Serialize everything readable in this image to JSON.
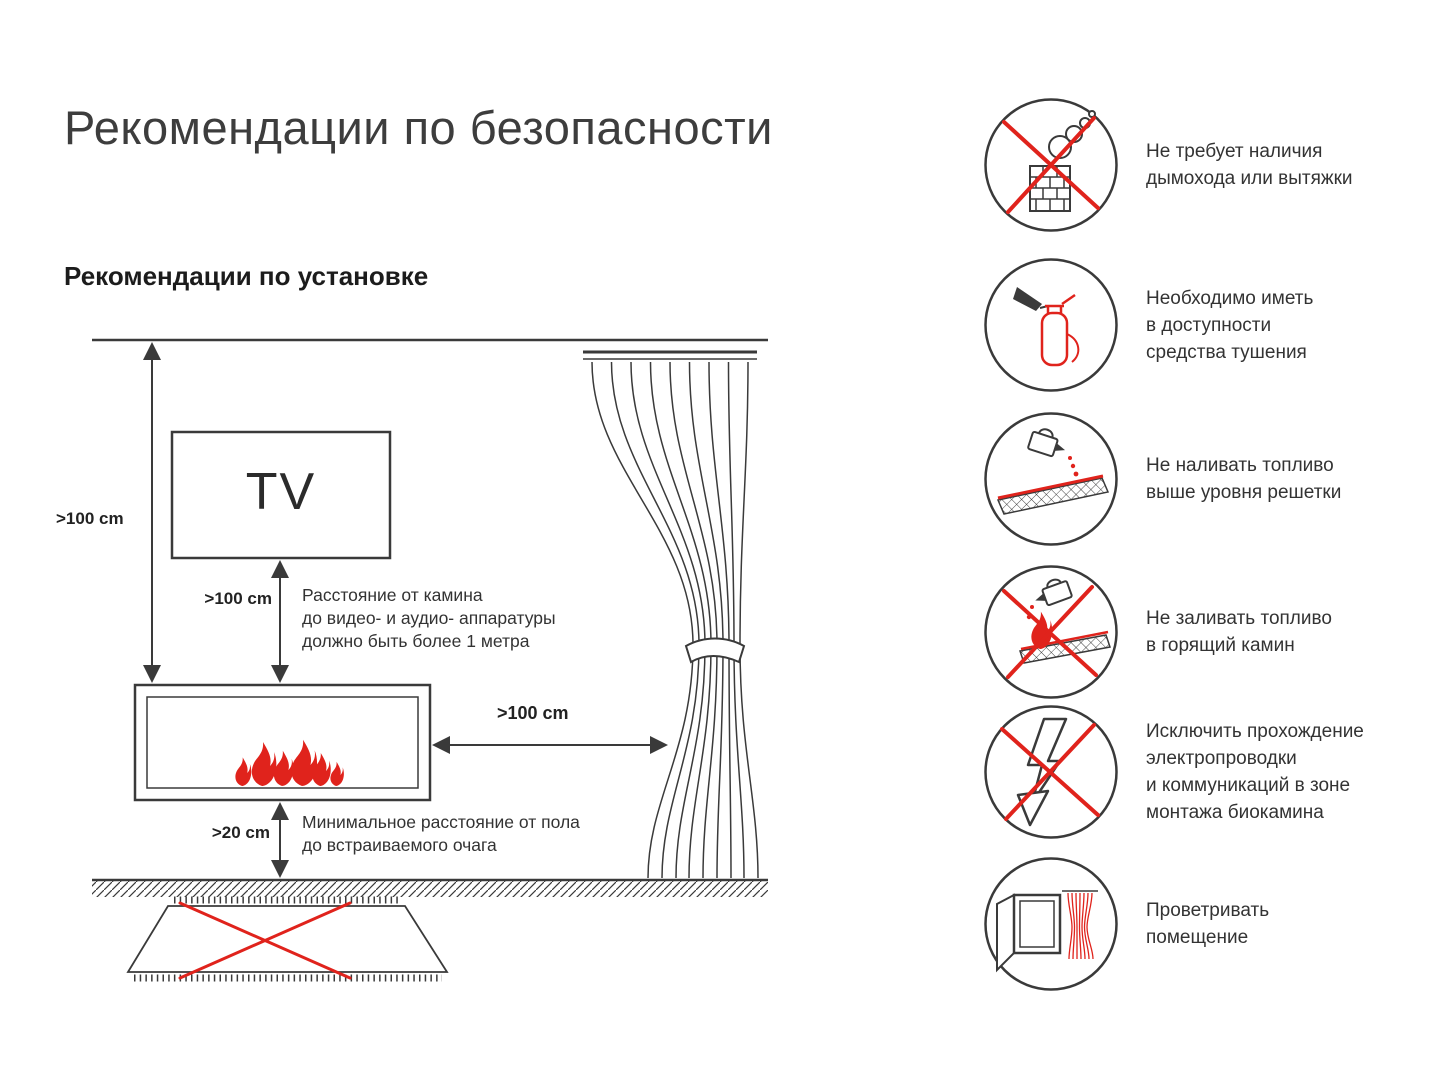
{
  "page": {
    "title": "Рекомендации по безопасности",
    "section_title": "Рекомендации по установке"
  },
  "diagram": {
    "tv_label": "TV",
    "ceiling_distance": ">100 cm",
    "tv_distance": ">100 cm",
    "curtain_distance": ">100 cm",
    "floor_distance": ">20 cm",
    "tv_note": "Расстояние от камина\nдо видео- и аудио- аппаратуры\nдолжно быть более 1 метра",
    "floor_note": "Минимальное расстояние от пола\nдо встраиваемого очага"
  },
  "safety_items": [
    {
      "icon": "no-chimney-icon",
      "text": "Не требует наличия\nдымохода или вытяжки"
    },
    {
      "icon": "fire-extinguisher-icon",
      "text": "Необходимо иметь\nв доступности\nсредства тушения"
    },
    {
      "icon": "fuel-level-icon",
      "text": "Не наливать топливо\nвыше уровня решетки"
    },
    {
      "icon": "no-refuel-burning-icon",
      "text": "Не заливать топливо\nв горящий камин"
    },
    {
      "icon": "no-wiring-icon",
      "text": "Исключить прохождение\nэлектропроводки\nи коммуникаций в зоне\nмонтажа биокамина"
    },
    {
      "icon": "ventilate-icon",
      "text": "Проветривать\nпомещение"
    }
  ],
  "colors": {
    "accent_red": "#e0231c",
    "line": "#3a3a3a",
    "title_text": "#3d3d3d",
    "body_text": "#333333"
  }
}
